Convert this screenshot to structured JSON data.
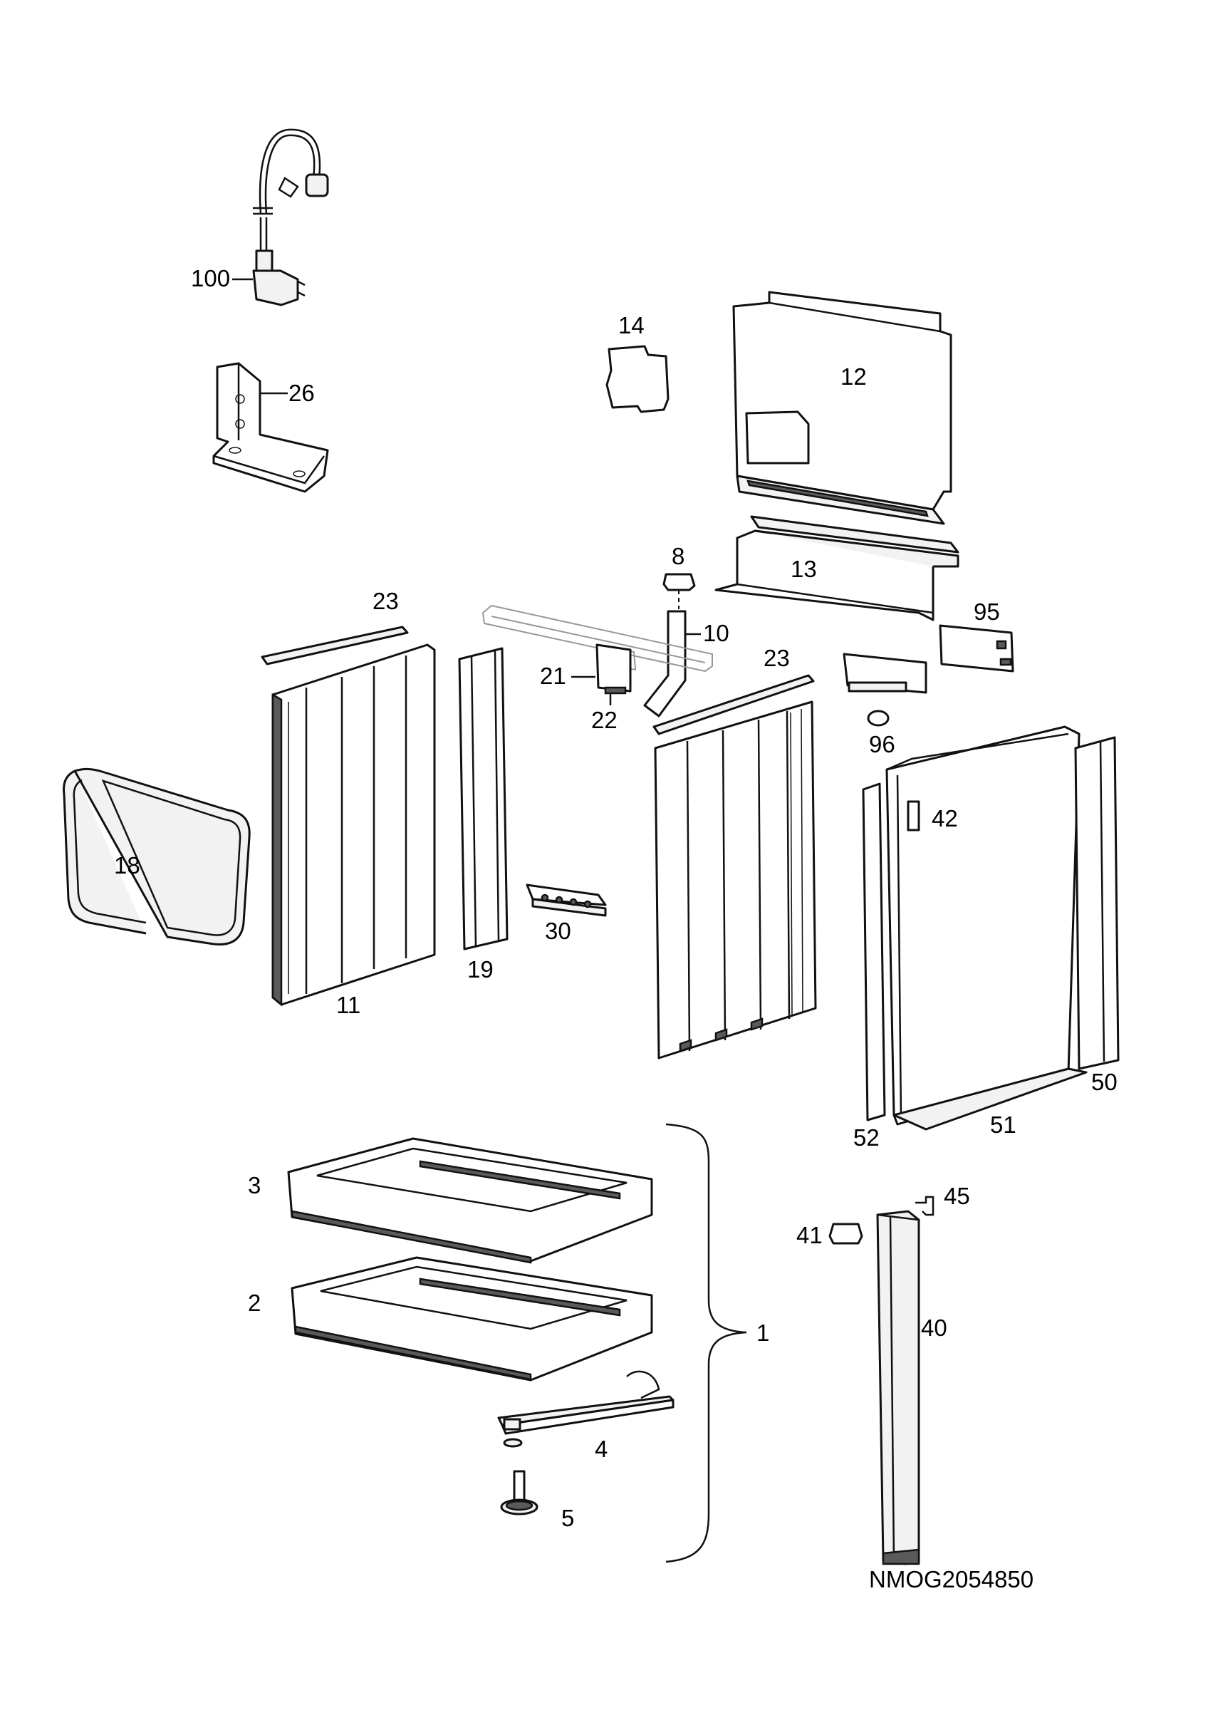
{
  "drawing_code": "NMOG2054850",
  "group_label": "1",
  "callouts": {
    "p100": "100",
    "p26": "26",
    "p14": "14",
    "p12": "12",
    "p13": "13",
    "p8": "8",
    "p10": "10",
    "p95": "95",
    "p23a": "23",
    "p21": "21",
    "p22": "22",
    "p23b": "23",
    "p96": "96",
    "p42": "42",
    "p18": "18",
    "p30": "30",
    "p19": "19",
    "p11": "11",
    "p50": "50",
    "p51": "51",
    "p52": "52",
    "p3": "3",
    "p45": "45",
    "p41": "41",
    "p2": "2",
    "p40": "40",
    "p4": "4",
    "p5": "5"
  }
}
